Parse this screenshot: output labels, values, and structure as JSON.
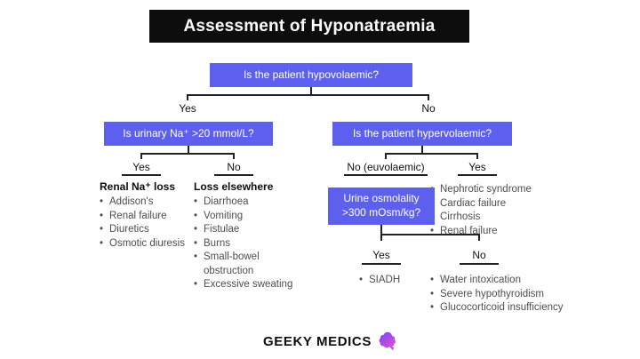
{
  "title": "Assessment of Hyponatraemia",
  "flow": {
    "root": {
      "question": "Is the patient hypovolaemic?",
      "yes": "Yes",
      "no": "No"
    },
    "urinary": {
      "question": "Is urinary Na⁺ >20 mmol/L?",
      "yes": "Yes",
      "no": "No"
    },
    "hypervolaemic": {
      "question": "Is the patient hypervolaemic?",
      "no": "No (euvolaemic)",
      "yes": "Yes"
    },
    "osmolality": {
      "question": "Urine osmolality >300 mOsm/kg?",
      "yes": "Yes",
      "no": "No"
    }
  },
  "outcomes": {
    "renal_na_loss": {
      "heading": "Renal Na⁺ loss",
      "items": [
        "Addison's",
        "Renal failure",
        "Diuretics",
        "Osmotic diuresis"
      ]
    },
    "loss_elsewhere": {
      "heading": "Loss elsewhere",
      "items": [
        "Diarrhoea",
        "Vomiting",
        "Fistulae",
        "Burns",
        "Small-bowel obstruction",
        "Excessive sweating"
      ]
    },
    "hypervolaemic_yes": {
      "items": [
        "Nephrotic syndrome",
        "Cardiac failure",
        "Cirrhosis",
        "Renal failure"
      ]
    },
    "osmolality_yes": {
      "items": [
        "SIADH"
      ]
    },
    "osmolality_no": {
      "items": [
        "Water intoxication",
        "Severe hypothyroidism",
        "Glucocorticoid insufficiency"
      ]
    }
  },
  "footer": {
    "brand": "GEEKY MEDICS"
  },
  "colors": {
    "node_fill": "#5D5FEF",
    "title_bg": "#0d0d0d",
    "connector_line": "#222222",
    "list_text": "#4d4d4d",
    "brain_gradient_start": "#6d4df6",
    "brain_gradient_end": "#ee4bd0"
  }
}
